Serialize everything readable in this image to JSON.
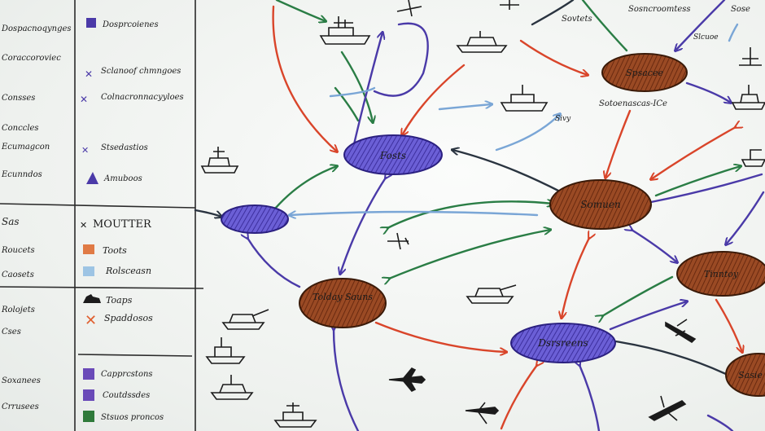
{
  "legend_left": {
    "rows": [
      "Dospacnoqynges",
      "Coraccoroviec",
      "Consses",
      "Conccles",
      "Ecumagcon",
      "Ecunndos",
      "Sas",
      "Roucets",
      "Caosets",
      "Rolojets",
      "Cses",
      "Soxanees",
      "Crrusees"
    ]
  },
  "legend_middle": {
    "items": [
      {
        "label": "Dosprcoienes",
        "icon": "square",
        "color": "#4b3aa8"
      },
      {
        "label": "Sclanoof chmngoes",
        "icon": "cross",
        "color": "#4b3aa8"
      },
      {
        "label": "Colnacronnacyyloes",
        "icon": "cross",
        "color": "#4b3aa8"
      },
      {
        "label": "Stsedastios",
        "icon": "cross",
        "color": "#4b3aa8"
      },
      {
        "label": "Amuboos",
        "icon": "triangle",
        "color": "#4b3aa8"
      },
      {
        "label": "MOUTTER",
        "icon": "cross",
        "color": "#1b1b1b"
      },
      {
        "label": "Toots",
        "icon": "square",
        "color": "#e07a45"
      },
      {
        "label": "Rolsceasn",
        "icon": "square",
        "color": "#9dc4e4"
      },
      {
        "label": "Toaps",
        "icon": "tank",
        "color": "#1b1b1b"
      },
      {
        "label": "Spaddosos",
        "icon": "cross",
        "color": "#e06030"
      },
      {
        "label": "Capprcstons",
        "icon": "square",
        "color": "#6a4ab8"
      },
      {
        "label": "Coutdssdes",
        "icon": "square",
        "color": "#6a4ab8"
      },
      {
        "label": "Stsuos proncos",
        "icon": "square",
        "color": "#2f7a3a"
      }
    ]
  },
  "nodes": [
    {
      "label": "Fosts",
      "kind": "blue"
    },
    {
      "label": "",
      "kind": "blue"
    },
    {
      "label": "Tolday Sauns",
      "kind": "brown"
    },
    {
      "label": "Somuen",
      "kind": "brown"
    },
    {
      "label": "Dsrsreens",
      "kind": "blue"
    },
    {
      "label": "Spsacee",
      "kind": "brown"
    },
    {
      "label": "Tinntoy",
      "kind": "brown"
    },
    {
      "label": "Sasie",
      "kind": "brown"
    }
  ],
  "annotations": [
    "Sovtets",
    "Sosncroomtess",
    "Sose",
    "Slcuoe",
    "Sotoenascas-ICe",
    "Sivy"
  ],
  "colors": {
    "blue_node": "#5a4cc9",
    "brown_node": "#8a3d1c",
    "red_arrow": "#d9452a",
    "green_arrow": "#2a7d45",
    "purple_arrow": "#4a3aa8",
    "dark_arrow": "#2a3440",
    "light_arrow": "#7aa6d6"
  }
}
